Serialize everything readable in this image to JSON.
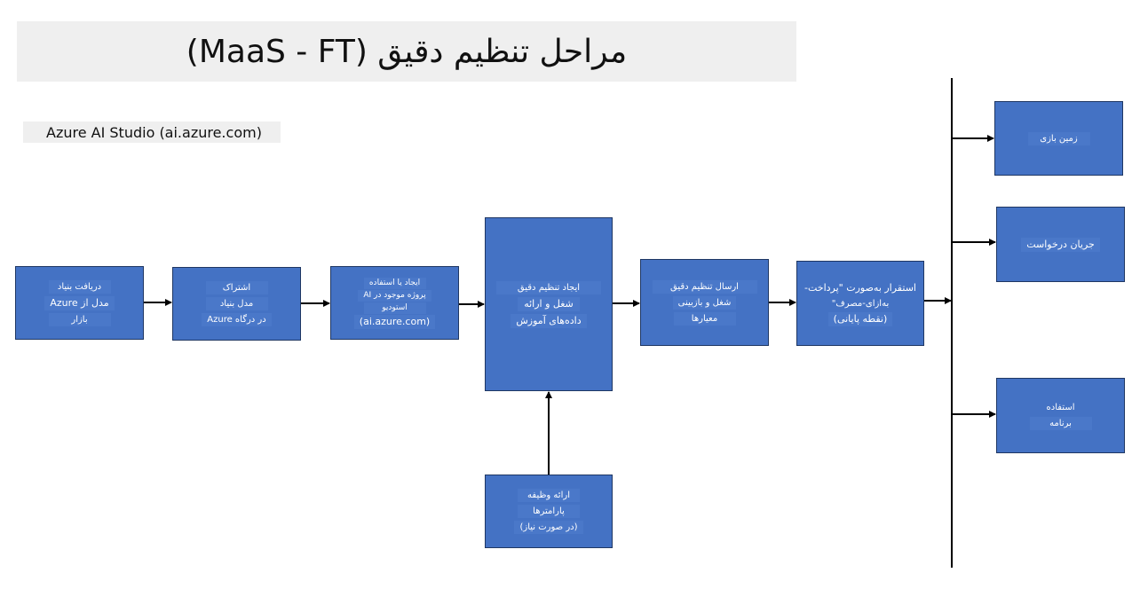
{
  "title": "مراحل تنظیم دقیق (MaaS - FT)",
  "subtitle": "Azure AI Studio (ai.azure.com)",
  "steps": {
    "step1": [
      "دریافت بنیاد",
      "مدل از Azure",
      "بازار"
    ],
    "step2": [
      "اشتراک",
      "مدل بنیاد",
      "در درگاه Azure"
    ],
    "step3": [
      "ایجاد یا استفاده",
      "پروژه موجود در AI",
      "استودیو",
      "(ai.azure.com)"
    ],
    "step4": [
      "ایجاد تنظیم دقیق",
      "شغل و ارائه",
      "داده‌های آموزش"
    ],
    "step5": [
      "ارسال تنظیم دقیق",
      "شغل و بازبینی",
      "معیارها"
    ],
    "step6": [
      "استقرار به‌صورت \"پرداخت-",
      "به‌ازای-مصرف\"",
      "(نقطه پایانی)"
    ],
    "params": [
      "ارائه وظیفه",
      "پارامترها",
      "(در صورت نیاز)"
    ]
  },
  "outputs": {
    "playground": [
      "زمین بازی"
    ],
    "flow": [
      "جریان درخواست"
    ],
    "app": [
      "استفاده",
      "برنامه"
    ]
  },
  "colors": {
    "box": "#4472c4",
    "box_border": "#1f3763",
    "text_band": "#4a78c9",
    "arrow": "#000000",
    "title_bg": "#efefef"
  }
}
